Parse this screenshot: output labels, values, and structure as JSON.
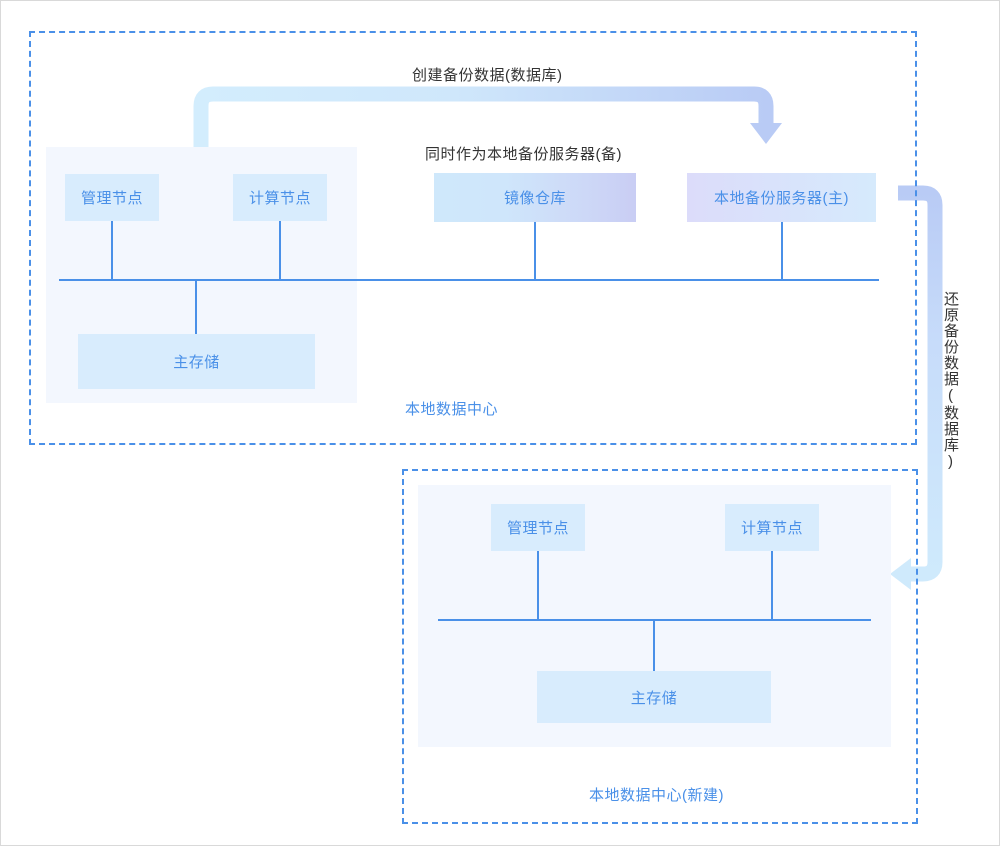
{
  "diagram": {
    "title_annotations": {
      "create_backup": "创建备份数据(数据库)",
      "also_as_backup": "同时作为本地备份服务器(备)",
      "restore_backup": "还原备份数据(数据库)"
    },
    "regions": [
      {
        "id": "local-datacenter",
        "caption": "本地数据中心",
        "nodes": [
          {
            "id": "mgmt-node",
            "label": "管理节点"
          },
          {
            "id": "compute-node",
            "label": "计算节点"
          },
          {
            "id": "main-storage",
            "label": "主存储"
          }
        ]
      },
      {
        "id": "local-datacenter-new",
        "caption": "本地数据中心(新建)",
        "nodes": [
          {
            "id": "mgmt-node",
            "label": "管理节点"
          },
          {
            "id": "compute-node",
            "label": "计算节点"
          },
          {
            "id": "main-storage",
            "label": "主存储"
          }
        ]
      }
    ],
    "external_nodes": [
      {
        "id": "image-repository",
        "label": "镜像仓库"
      },
      {
        "id": "local-backup-server-primary",
        "label": "本地备份服务器(主)"
      }
    ],
    "colors": {
      "accent_blue": "#4a90e8",
      "node_fill": "#d8ecfd",
      "panel_fill": "#f3f7fe",
      "arrow_light": "#cfeafc",
      "arrow_periwinkle": "#b9cbf5",
      "annotation_text": "#333333",
      "frame_border": "#d9d9d9"
    }
  }
}
